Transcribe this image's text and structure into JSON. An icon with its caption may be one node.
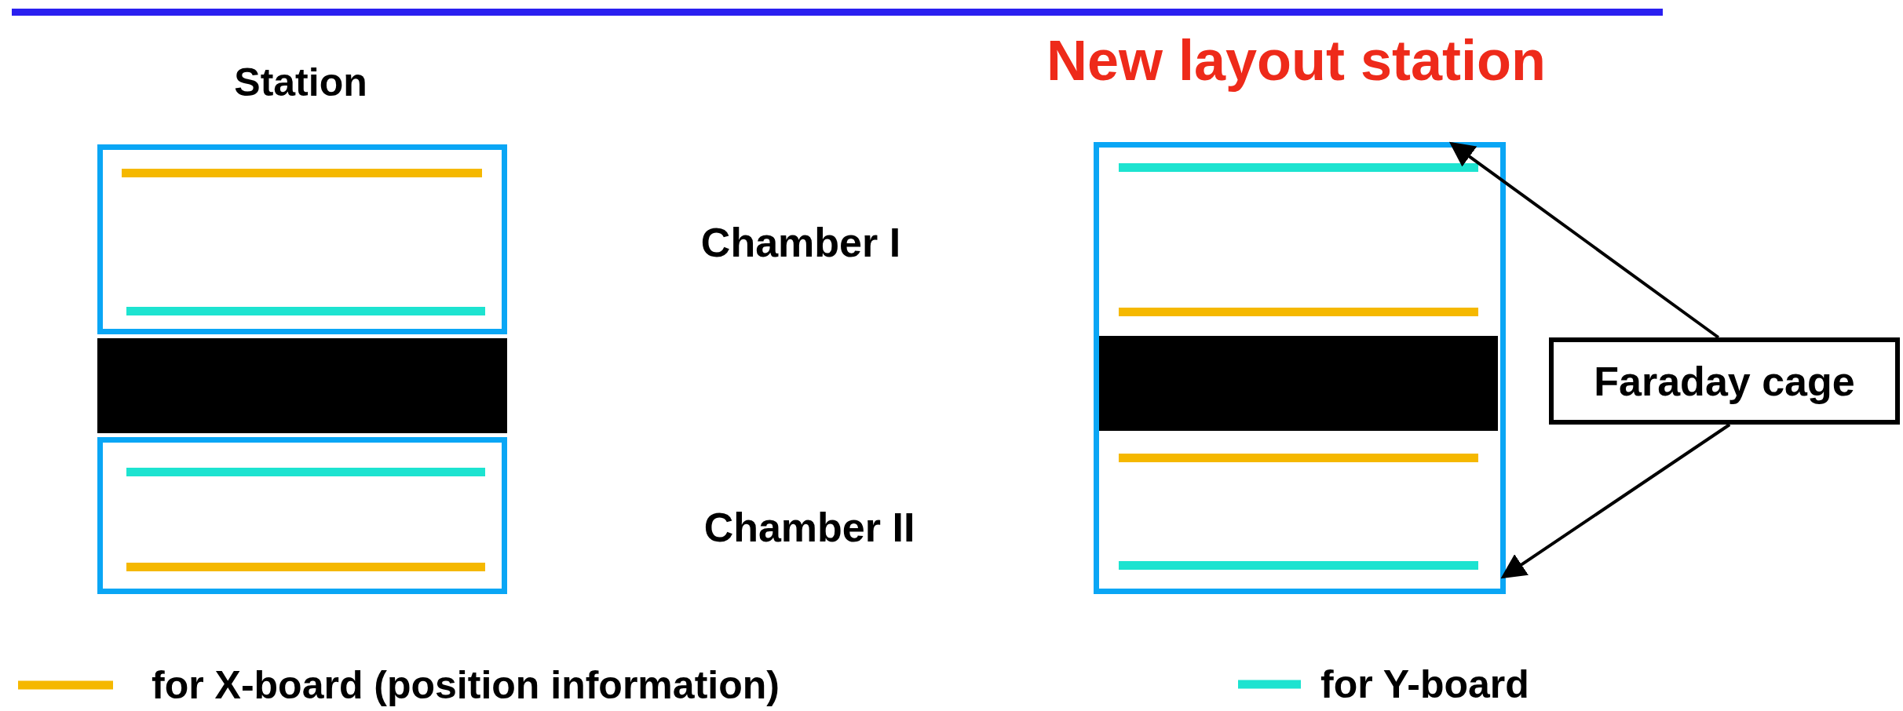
{
  "diagram": {
    "nodes": [
      {
        "text": [],
        "shape": "box"
      },
      {
        "text": [],
        "shape": "bar"
      },
      {
        "text": [],
        "shape": "box"
      },
      {
        "text": [],
        "shape": "box"
      },
      {
        "text": [],
        "shape": "bar",
        "in": 3
      },
      {
        "text": [
          "Faraday cage"
        ]
      }
    ],
    "edges": [
      {
        "from": 5,
        "to": 3,
        "arrow": "to"
      },
      {
        "from": 5,
        "to": 3,
        "arrow": "to"
      }
    ],
    "labels": [
      "Station",
      "New layout station",
      "Chamber I",
      "Chamber II"
    ],
    "legend": [
      {
        "text": "for X-board (position information)",
        "color": "#f5b800"
      },
      {
        "text": "for Y-board",
        "color": "#1de3d0"
      }
    ]
  }
}
